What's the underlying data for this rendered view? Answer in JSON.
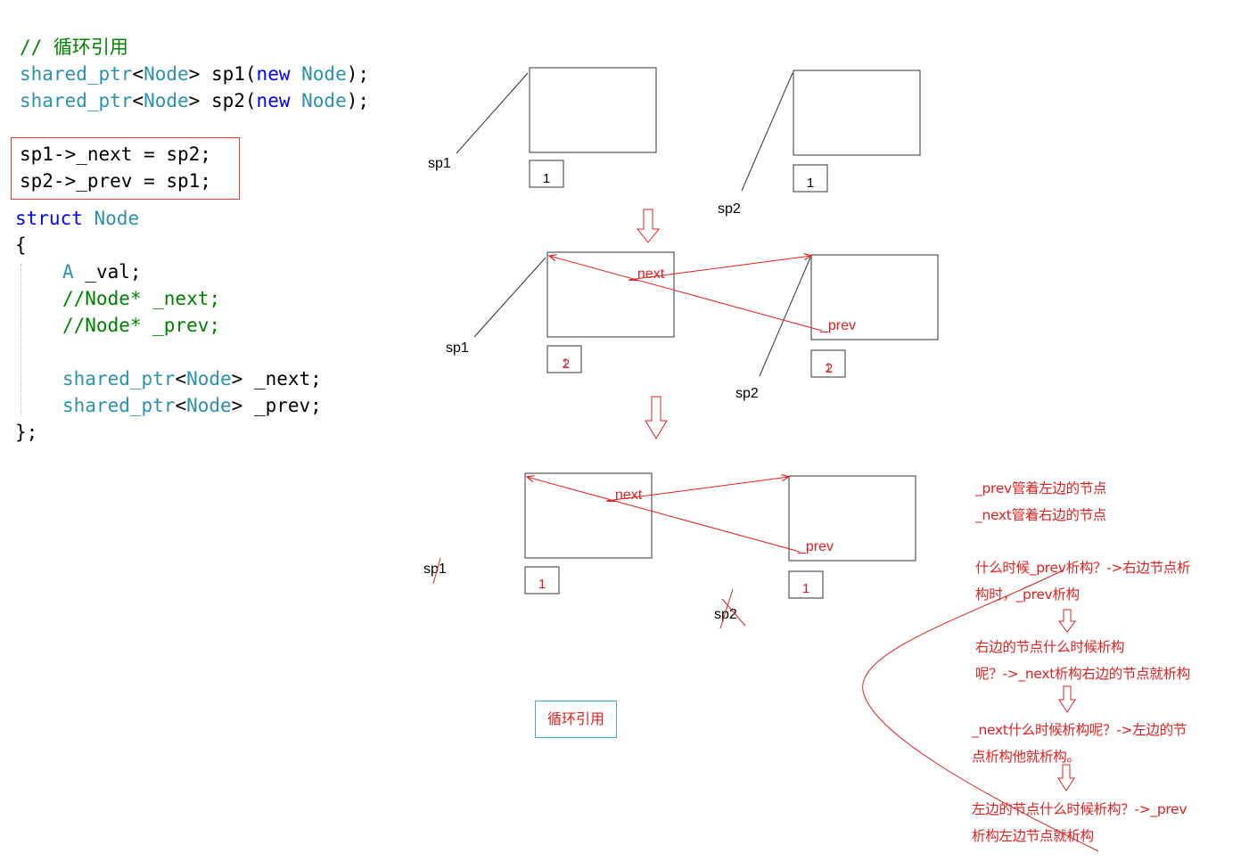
{
  "code": {
    "comment": "// 循环引用",
    "line_sp1": {
      "type": "shared_ptr",
      "lt": "<",
      "tparam": "Node",
      "gt": ">",
      "var": " sp1(",
      "kw_new": "new",
      "sp": " ",
      "ctor": "Node",
      "end": ");"
    },
    "line_sp2": {
      "type": "shared_ptr",
      "lt": "<",
      "tparam": "Node",
      "gt": ">",
      "var": " sp2(",
      "kw_new": "new",
      "sp": " ",
      "ctor": "Node",
      "end": ");"
    },
    "assign_next": "sp1->_next = sp2;",
    "assign_prev": "sp2->_prev = sp1;",
    "struct_kw": "struct",
    "struct_name": "Node",
    "open_brace": "{",
    "member_val_type": "A",
    "member_val_name": " _val;",
    "comment_next": "//Node* _next;",
    "comment_prev": "//Node* _prev;",
    "member_next": {
      "type": "shared_ptr",
      "lt": "<",
      "tparam": "Node",
      "gt": ">",
      "name": " _next;"
    },
    "member_prev": {
      "type": "shared_ptr",
      "lt": "<",
      "tparam": "Node",
      "gt": ">",
      "name": " _prev;"
    },
    "close": "};"
  },
  "diagram": {
    "sp1_label": "sp1",
    "sp2_label": "sp2",
    "next_label": "_next",
    "prev_label": "_prev",
    "stage1": {
      "count_left": "1",
      "count_right": "1"
    },
    "stage2": {
      "count_left_old": "1",
      "count_left_new": "2",
      "count_right_old": "1",
      "count_right_new": "2"
    },
    "stage3": {
      "count_left": "1",
      "count_right": "1"
    }
  },
  "cycle_label": "循环引用",
  "notes": [
    "_prev管着左边的节点",
    "_next管着右边的节点",
    "什么时候_prev析构？->右边节点析",
    "构时，_prev析构",
    "右边的节点什么时候析构",
    "呢？->_next析构右边的节点就析构",
    "_next什么时候析构呢？->左边的节",
    "点析构他就析构。",
    "左边的节点什么时候析构？->_prev",
    "析构左边节点就析构"
  ],
  "colors": {
    "keyword": "#0000ff",
    "type": "#2b91af",
    "comment": "#008000",
    "annotation": "#e02020",
    "highlight_border": "#e03c3c",
    "cycle_border": "#4aa6d6"
  }
}
